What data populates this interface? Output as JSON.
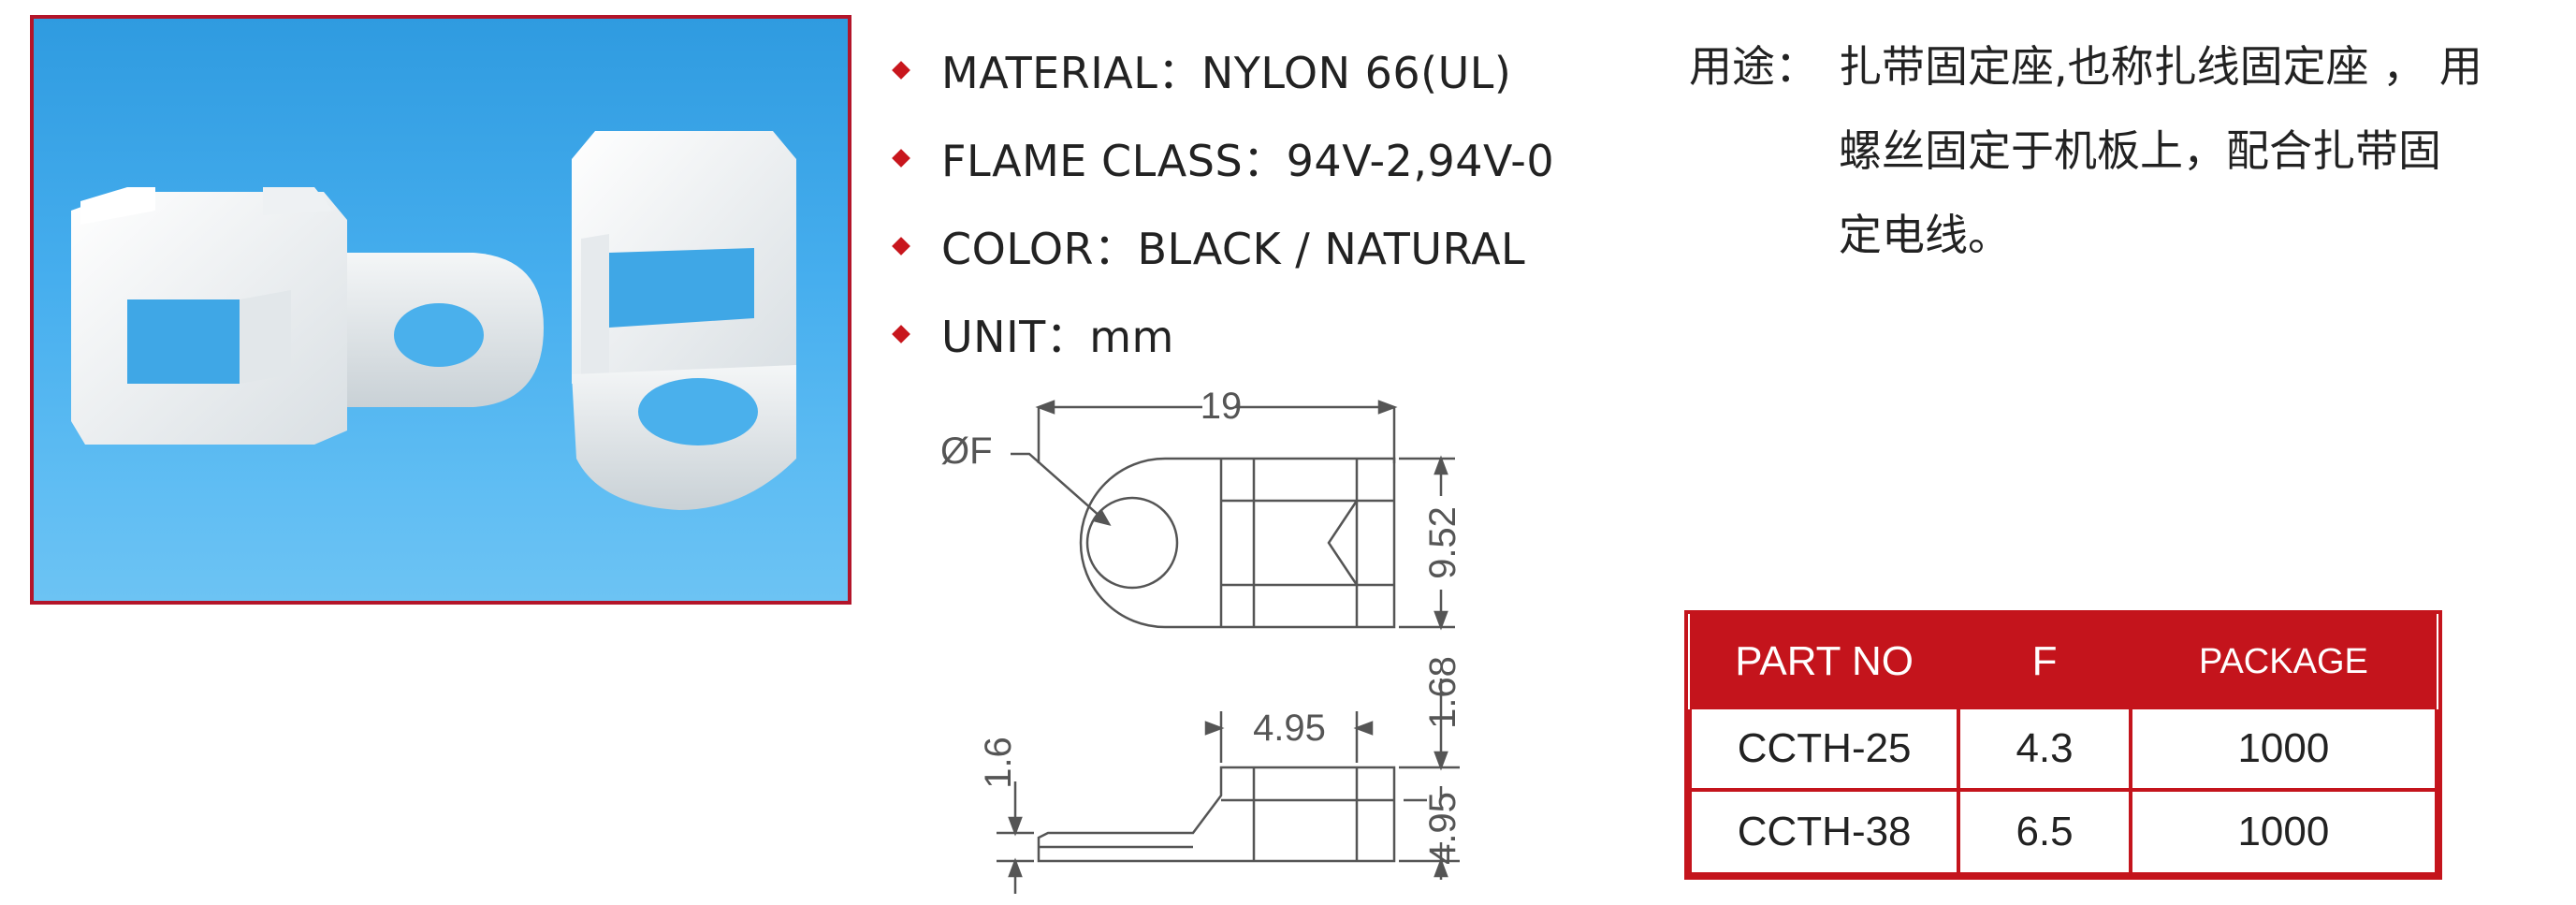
{
  "specs": [
    {
      "label": "MATERIAL",
      "sep": "：",
      "value": "NYLON 66(UL)"
    },
    {
      "label": "FLAME CLASS",
      "sep": "：",
      "value": "94V-2,94V-0"
    },
    {
      "label": "COLOR",
      "sep": "：",
      "value": "BLACK / NATURAL"
    },
    {
      "label": "UNIT",
      "sep": "：",
      "value": "mm"
    }
  ],
  "usage": {
    "label": "用途：",
    "lines": [
      "扎带固定座,也称扎线固定座 ，  用",
      "螺丝固定于机板上，配合扎带固",
      "定电线。"
    ]
  },
  "drawing": {
    "dim_width": "19",
    "dim_hole": "ØF",
    "dim_height": "9.52",
    "dim_slot": "4.95",
    "dim_top": "1.68",
    "dim_base": "1.6",
    "dim_total": "4.95"
  },
  "table": {
    "headers": [
      "PART NO",
      "F",
      "PACKAGE"
    ],
    "rows": [
      [
        "CCTH-25",
        "4.3",
        "1000"
      ],
      [
        "CCTH-38",
        "6.5",
        "1000"
      ]
    ]
  },
  "colors": {
    "accent": "#c4141c",
    "photo_bg": "#46aeee"
  }
}
